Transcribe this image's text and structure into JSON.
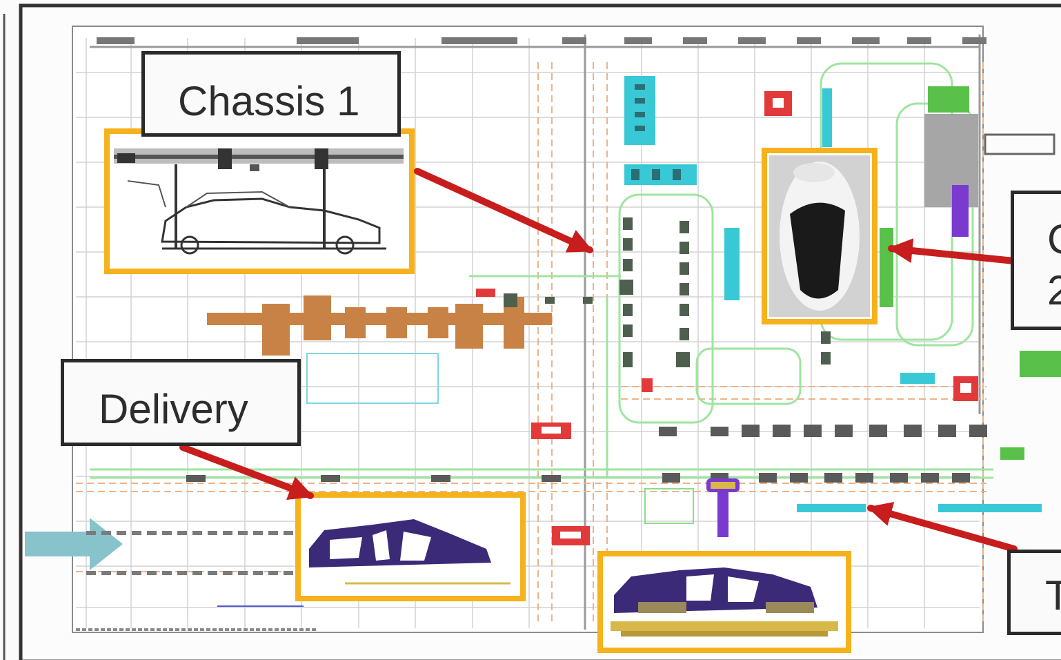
{
  "labels": {
    "chassis1": "Chassis 1",
    "delivery": "Delivery",
    "chassis2_partial_line1": "C",
    "chassis2_partial_line2": "2",
    "trim_partial": "T"
  },
  "colors": {
    "frame": "#333333",
    "grid": "#d2d2d2",
    "grid_major": "#9a9a9a",
    "callout_border": "#f5b21c",
    "arrow": "#c81d1d",
    "conveyor": "#c98245",
    "flow_line": "#9ee59e",
    "equipment_cyan": "#39c9d6",
    "equipment_red": "#e23a3a",
    "body_purple": "#3b2a78",
    "inflow_arrow": "#88c3cc"
  },
  "icons": {
    "chassis1_image": "vehicle-on-hanger-sketch-icon",
    "chassis2_image": "vehicle-top-view-icon",
    "delivery_image": "vehicle-body-in-white-icon",
    "trim_image": "vehicle-body-on-skid-icon",
    "inflow": "inflow-arrow-icon"
  }
}
